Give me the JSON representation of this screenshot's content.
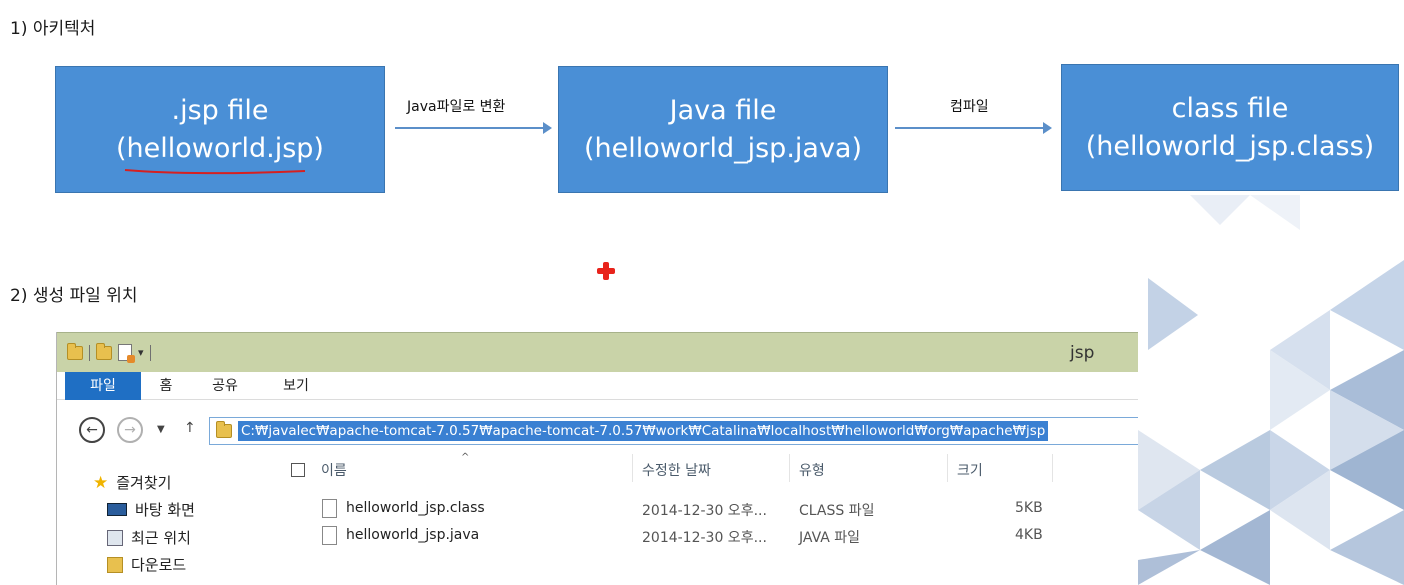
{
  "section1": {
    "title": "1) 아키텍처"
  },
  "flow": {
    "boxes": [
      {
        "line1": ".jsp file",
        "line2": "(helloworld.jsp)"
      },
      {
        "line1": "Java file",
        "line2": "(helloworld_jsp.java)"
      },
      {
        "line1": "class file",
        "line2": "(helloworld_jsp.class)"
      }
    ],
    "arrows": [
      {
        "label": "Java파일로 변환"
      },
      {
        "label": "컴파일"
      }
    ]
  },
  "section2": {
    "title": "2) 생성 파일 위치"
  },
  "explorer": {
    "title": "jsp",
    "ribbon_tabs": [
      "파일",
      "홈",
      "공유",
      "보기"
    ],
    "address": "C:₩javalec₩apache-tomcat-7.0.57₩apache-tomcat-7.0.57₩work₩Catalina₩localhost₩helloworld₩org₩apache₩jsp",
    "nav": {
      "favorites": "즐겨찾기",
      "items": [
        "바탕 화면",
        "최근 위치",
        "다운로드"
      ]
    },
    "columns": [
      "이름",
      "수정한 날짜",
      "유형",
      "크기"
    ],
    "files": [
      {
        "name": "helloworld_jsp.class",
        "date": "2014-12-30 오후...",
        "type": "CLASS 파일",
        "size": "5KB"
      },
      {
        "name": "helloworld_jsp.java",
        "date": "2014-12-30 오후...",
        "type": "JAVA 파일",
        "size": "4KB"
      }
    ]
  },
  "colors": {
    "box_fill": "#4a8fd6",
    "ribbon_active": "#1f6fc4",
    "titlebar": "#c9d3a8",
    "underline": "#d62020",
    "cross": "#e8231b"
  },
  "icons": [
    "red-cross-icon",
    "folder-icon",
    "back-icon",
    "forward-icon",
    "up-icon",
    "star-icon",
    "desktop-icon",
    "recent-places-icon",
    "downloads-icon",
    "file-icon"
  ]
}
